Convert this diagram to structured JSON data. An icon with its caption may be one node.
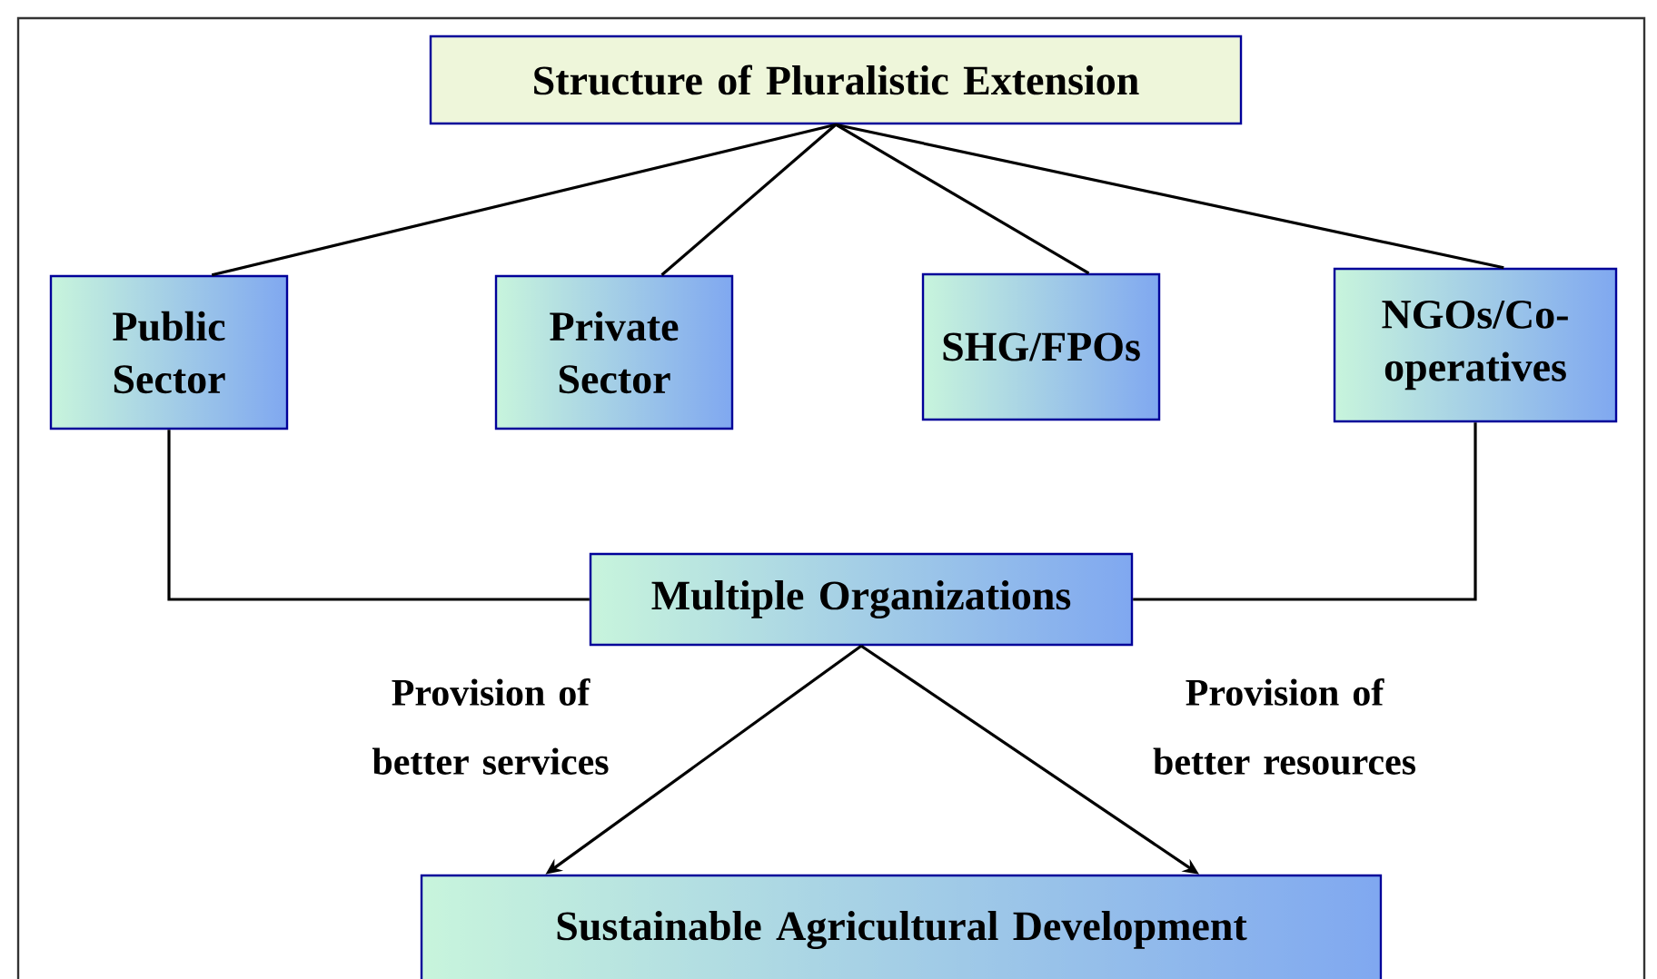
{
  "diagram": {
    "nodes": [
      {
        "text": [
          "Structure of Pluralistic Extension"
        ]
      },
      {
        "text": [
          "Public Sector"
        ]
      },
      {
        "text": [
          "Private Sector"
        ]
      },
      {
        "text": [
          "SHG/FPOs"
        ]
      },
      {
        "text": [
          "NGOs/Co-operatives"
        ]
      },
      {
        "text": [
          "Multiple Organizations"
        ]
      },
      {
        "text": [
          "Sustainable Agricultural Development"
        ]
      }
    ],
    "edges": [
      {
        "from": 0,
        "to": 1,
        "arrow": "none"
      },
      {
        "from": 0,
        "to": 2,
        "arrow": "none"
      },
      {
        "from": 0,
        "to": 3,
        "arrow": "none"
      },
      {
        "from": 0,
        "to": 4,
        "arrow": "none"
      },
      {
        "from": 1,
        "to": 5,
        "arrow": "none"
      },
      {
        "from": 4,
        "to": 5,
        "arrow": "none"
      },
      {
        "from": 5,
        "to": 6,
        "arrow": "to",
        "label": "Provision of better services"
      },
      {
        "from": 5,
        "to": 6,
        "arrow": "to",
        "label": "Provision of better resources"
      }
    ]
  }
}
